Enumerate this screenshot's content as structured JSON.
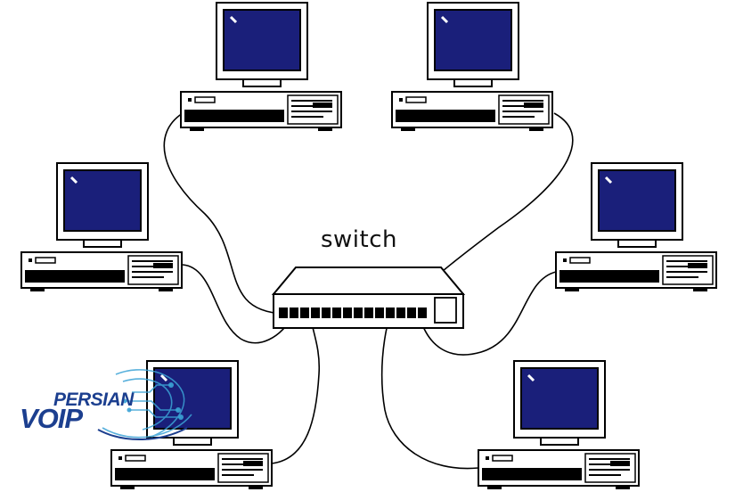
{
  "diagram": {
    "center_label": "switch",
    "node_count": 6,
    "screen_color": "#1a1f7a",
    "line_color": "#000000",
    "device_types": [
      "computer",
      "switch"
    ]
  },
  "logo": {
    "line1": "PERSIAN",
    "line2": "VOIP",
    "brand_color": "#1c3f8f",
    "accent_color": "#3ba3d6"
  }
}
